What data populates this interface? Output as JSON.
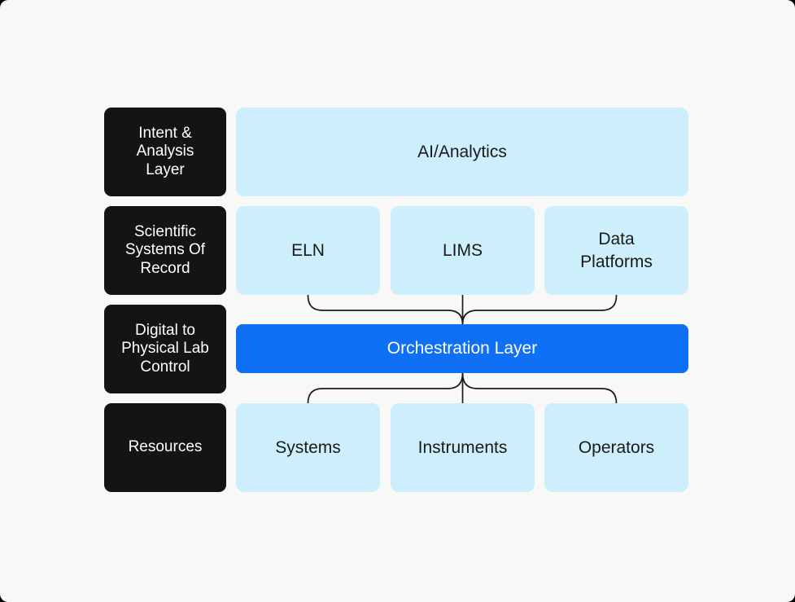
{
  "colors": {
    "page_background": "#f8f8f6",
    "outer_background": "#000000",
    "black_box": "#141414",
    "light_blue": "#cdeefb",
    "accent_blue": "#0f6ff5",
    "text_dark": "#1a1a1a",
    "text_light": "#ffffff",
    "line": "#1a1a1a"
  },
  "rows": [
    {
      "label": "Intent &\nAnalysis\nLayer",
      "boxes": [
        {
          "text": "AI/Analytics"
        }
      ]
    },
    {
      "label": "Scientific\nSystems Of\nRecord",
      "boxes": [
        {
          "text": "ELN"
        },
        {
          "text": "LIMS"
        },
        {
          "text": "Data\nPlatforms"
        }
      ]
    },
    {
      "label": "Digital to\nPhysical Lab\nControl",
      "boxes": [
        {
          "text": "Orchestration Layer"
        }
      ]
    },
    {
      "label": "Resources",
      "boxes": [
        {
          "text": "Systems"
        },
        {
          "text": "Instruments"
        },
        {
          "text": "Operators"
        }
      ]
    }
  ],
  "connectors": [
    {
      "from": [
        "ELN",
        "LIMS",
        "Data Platforms"
      ],
      "to": "Orchestration Layer"
    },
    {
      "from": "Orchestration Layer",
      "to": [
        "Systems",
        "Instruments",
        "Operators"
      ]
    }
  ]
}
